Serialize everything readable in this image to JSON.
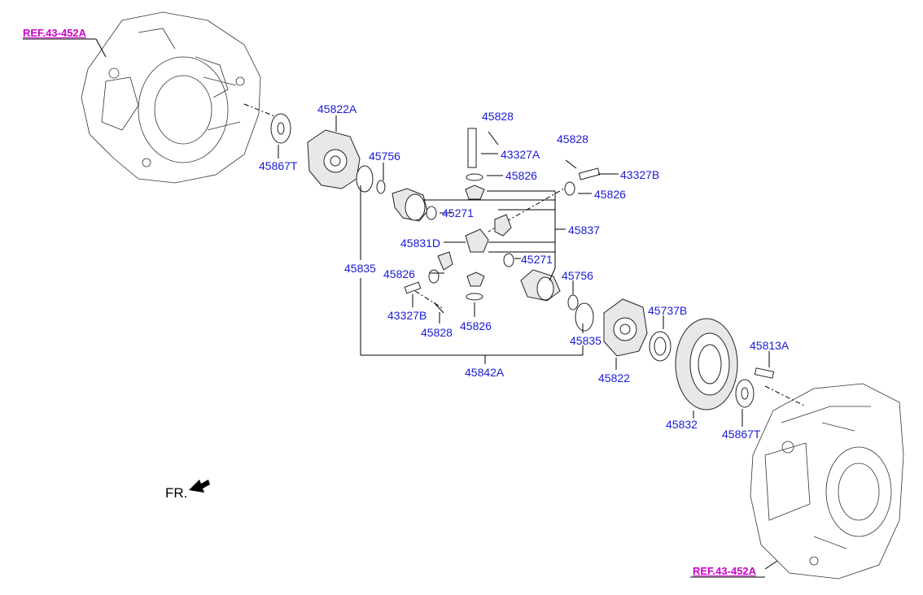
{
  "refs": {
    "top_left": "REF.43-452A",
    "bottom_right": "REF.43-452A"
  },
  "front_marker": "FR.",
  "parts": {
    "p45822A": "45822A",
    "p45867T_left": "45867T",
    "p45756_top": "45756",
    "p45828_top": "45828",
    "p43327A": "43327A",
    "p45826_top": "45826",
    "p45828_right": "45828",
    "p43327B_right": "43327B",
    "p45826_right": "45826",
    "p45271_top": "45271",
    "p45837": "45837",
    "p45831D": "45831D",
    "p45835_left": "45835",
    "p45826_left": "45826",
    "p45271_bottom": "45271",
    "p45756_bottom": "45756",
    "p43327B_left": "43327B",
    "p45826_bottom": "45826",
    "p45828_bottom": "45828",
    "p45835_right": "45835",
    "p45842A": "45842A",
    "p45737B": "45737B",
    "p45822": "45822",
    "p45813A": "45813A",
    "p45832": "45832",
    "p45867T_right": "45867T"
  }
}
